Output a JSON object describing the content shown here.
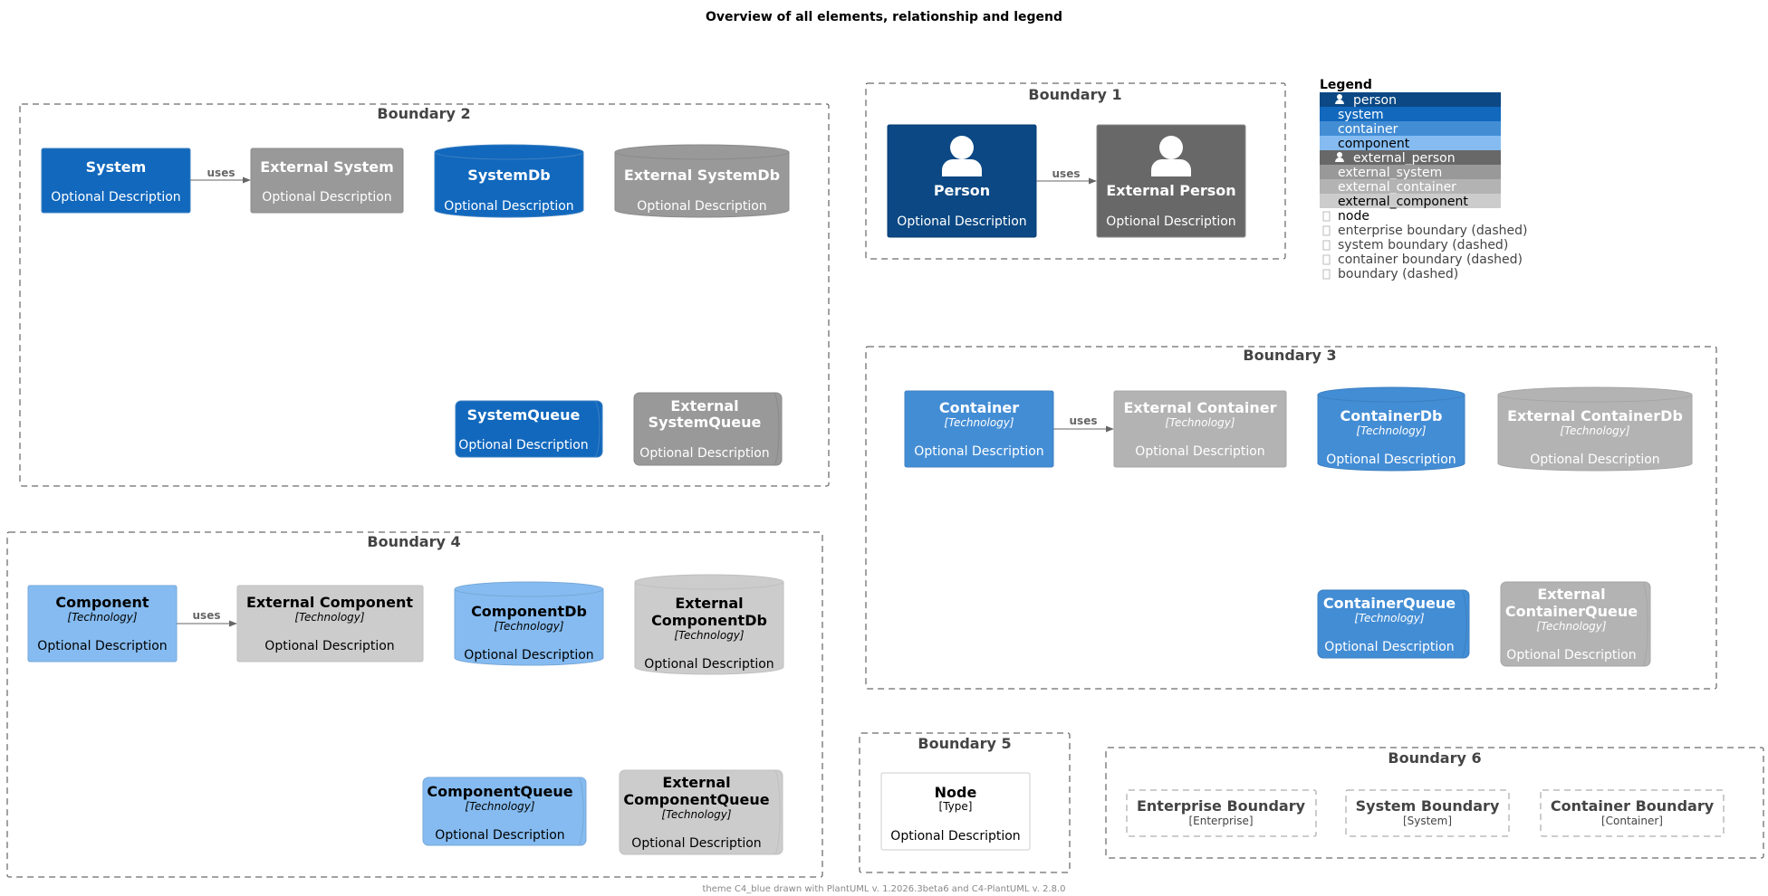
{
  "title": "Overview of all elements, relationship and legend",
  "footer": "theme C4_blue drawn with PlantUML v. 1.2026.3beta6 and C4-PlantUML v. 2.8.0",
  "colors": {
    "person": "#0B4884",
    "system": "#1168BD",
    "container": "#438DD5",
    "component": "#85BBF0",
    "external_person": "#686868",
    "external_system": "#999999",
    "external_container": "#B3B3B3",
    "external_component": "#CCCCCC",
    "boundary": "#444444",
    "arrow": "#666666"
  },
  "boundaries": {
    "b1": "Boundary 1",
    "b2": "Boundary 2",
    "b3": "Boundary 3",
    "b4": "Boundary 4",
    "b5": "Boundary 5",
    "b6": "Boundary 6"
  },
  "common": {
    "description": "Optional Description",
    "technology": "[Technology]",
    "uses": "uses"
  },
  "elements": {
    "person": "Person",
    "external_person": "External Person",
    "system": "System",
    "external_system": "External System",
    "system_db": "SystemDb",
    "external_system_db": "External SystemDb",
    "system_queue": "SystemQueue",
    "external_system_queue_1": "External",
    "external_system_queue_2": "SystemQueue",
    "container": "Container",
    "external_container": "External Container",
    "container_db": "ContainerDb",
    "external_container_db": "External ContainerDb",
    "container_queue": "ContainerQueue",
    "external_container_queue_1": "External",
    "external_container_queue_2": "ContainerQueue",
    "component": "Component",
    "external_component": "External Component",
    "component_db": "ComponentDb",
    "external_component_db_1": "External",
    "external_component_db_2": "ComponentDb",
    "component_queue": "ComponentQueue",
    "external_component_queue_1": "External",
    "external_component_queue_2": "ComponentQueue",
    "node": "Node",
    "node_type": "[Type]",
    "enterprise_boundary": "Enterprise Boundary",
    "enterprise_tag": "[Enterprise]",
    "system_boundary": "System Boundary",
    "system_tag": "[System]",
    "container_boundary": "Container Boundary",
    "container_tag": "[Container]"
  },
  "legend": {
    "title": "Legend",
    "items": [
      "person",
      "system",
      "container",
      "component",
      "external_person",
      "external_system",
      "external_container",
      "external_component",
      "node",
      "enterprise boundary (dashed)",
      "system boundary (dashed)",
      "container boundary (dashed)",
      "boundary (dashed)"
    ]
  }
}
